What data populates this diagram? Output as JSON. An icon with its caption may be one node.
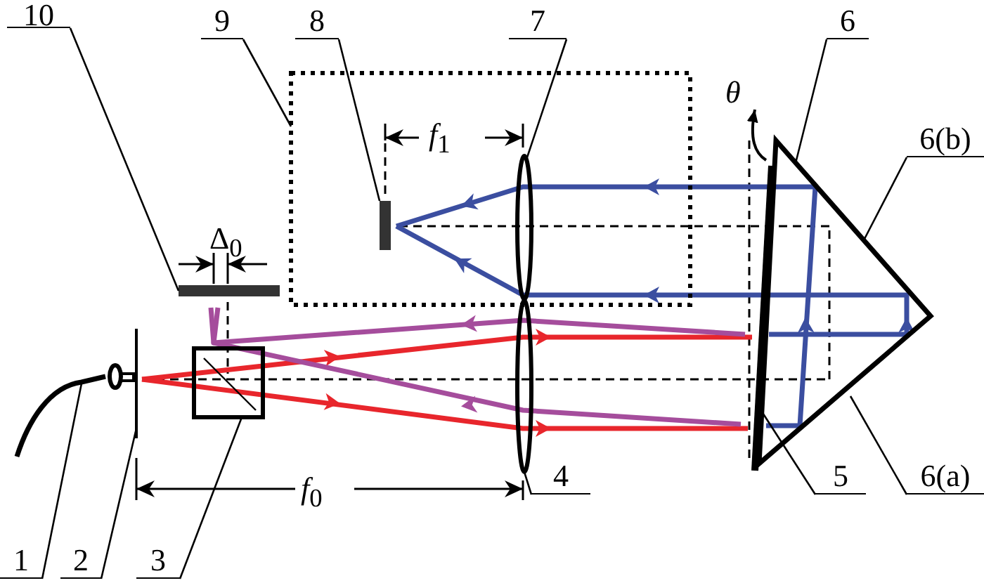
{
  "diagram": {
    "nodes": [
      {
        "text": [
          "10"
        ]
      },
      {
        "text": [
          "9"
        ]
      },
      {
        "text": [
          "8"
        ]
      },
      {
        "text": [
          "7"
        ]
      },
      {
        "text": [
          "6"
        ]
      },
      {
        "text": [
          "6(b)"
        ]
      },
      {
        "text": [
          "1"
        ]
      },
      {
        "text": [
          "2"
        ]
      },
      {
        "text": [
          "3"
        ]
      },
      {
        "text": [
          "4"
        ]
      },
      {
        "text": [
          "5"
        ]
      },
      {
        "text": [
          "6(a)"
        ]
      },
      {
        "text": [],
        "shape": "cable"
      },
      {
        "text": [],
        "shape": "bar"
      },
      {
        "text": [],
        "shape": "bar"
      },
      {
        "text": [],
        "shape": "box"
      },
      {
        "text": [],
        "shape": "box"
      },
      {
        "text": [],
        "shape": "bar",
        "in": 16
      },
      {
        "text": [],
        "shape": "lens",
        "in": 16
      },
      {
        "text": [],
        "shape": "lens"
      },
      {
        "text": [],
        "shape": "bar"
      },
      {
        "text": [],
        "shape": "triangle"
      }
    ],
    "edges": [
      {
        "from": 0,
        "to": 14,
        "arrow": "none"
      },
      {
        "from": 1,
        "to": 16,
        "arrow": "none"
      },
      {
        "from": 2,
        "to": 17,
        "arrow": "none"
      },
      {
        "from": 3,
        "to": 18,
        "arrow": "none"
      },
      {
        "from": 4,
        "to": 21,
        "arrow": "none"
      },
      {
        "from": 5,
        "to": 21,
        "arrow": "none"
      },
      {
        "from": 6,
        "to": 12,
        "arrow": "none"
      },
      {
        "from": 7,
        "to": 13,
        "arrow": "none"
      },
      {
        "from": 8,
        "to": 15,
        "arrow": "none"
      },
      {
        "from": 9,
        "to": 19,
        "arrow": "none"
      },
      {
        "from": 10,
        "to": 20,
        "arrow": "none"
      },
      {
        "from": 11,
        "to": 21,
        "arrow": "none"
      }
    ],
    "labels": [
      "Δ$_{0}$",
      "*f*$_{1}$",
      "θ",
      "*f*$_{0}$"
    ]
  }
}
